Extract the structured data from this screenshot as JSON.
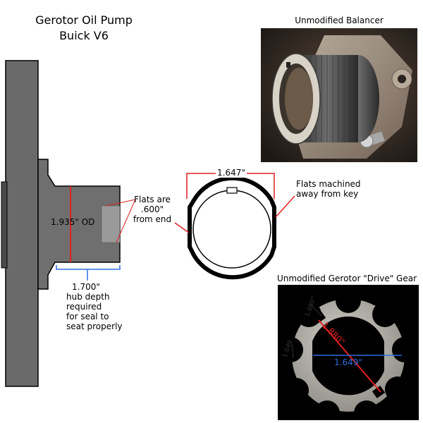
{
  "title": {
    "line1": "Gerotor Oil Pump",
    "line2": "Buick V6"
  },
  "hub_drawing": {
    "od_label": "1.935\" OD",
    "flats_note": [
      "Flats are",
      ".600\"",
      "from end"
    ],
    "depth_note": [
      "1.700\"",
      "hub depth",
      "required",
      "for seal to",
      "seat properly"
    ]
  },
  "end_view": {
    "width_label": "1.647\"",
    "note": [
      "Flats machined",
      "away from key"
    ]
  },
  "balancer_photo": {
    "caption": "Unmodified Balancer"
  },
  "gear_photo": {
    "caption": "Unmodified Gerotor \"Drive\" Gear",
    "labels": {
      "outer_small": "1.880\"",
      "diagonal": "1.880\"",
      "flat_small": "1.649",
      "across_flats": "1.649\""
    }
  },
  "colors": {
    "red": "#e02020",
    "blue": "#2f6ee0",
    "steel_dark": "#5a5a5a",
    "steel_mid": "#707070"
  }
}
